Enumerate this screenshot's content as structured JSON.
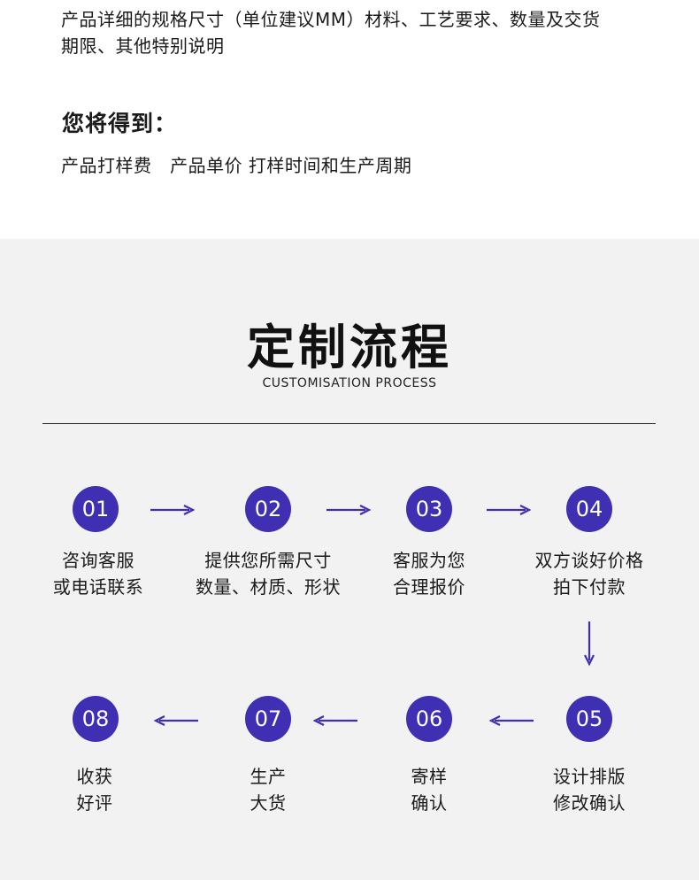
{
  "intro": {
    "line1": "产品详细的规格尺寸（单位建议MM）材料、工艺要求、数量及交货",
    "line2": "期限、其他特别说明"
  },
  "receive": {
    "heading": "您将得到：",
    "text": "产品打样费   产品单价 打样时间和生产周期"
  },
  "process": {
    "title": "定制流程",
    "subtitle": "CUSTOMISATION PROCESS",
    "steps": [
      {
        "number": "01",
        "line1": "咨询客服",
        "line2": "或电话联系"
      },
      {
        "number": "02",
        "line1": "提供您所需尺寸",
        "line2": "数量、材质、形状"
      },
      {
        "number": "03",
        "line1": "客服为您",
        "line2": "合理报价"
      },
      {
        "number": "04",
        "line1": "双方谈好价格",
        "line2": "拍下付款"
      },
      {
        "number": "05",
        "line1": "设计排版",
        "line2": "修改确认"
      },
      {
        "number": "06",
        "line1": "寄样",
        "line2": "确认"
      },
      {
        "number": "07",
        "line1": "生产",
        "line2": "大货"
      },
      {
        "number": "08",
        "line1": "收获",
        "line2": "好评"
      }
    ]
  },
  "colors": {
    "accent": "#3f2fb3",
    "section_bg": "#f2f2f2",
    "text": "#1a1a1a"
  }
}
